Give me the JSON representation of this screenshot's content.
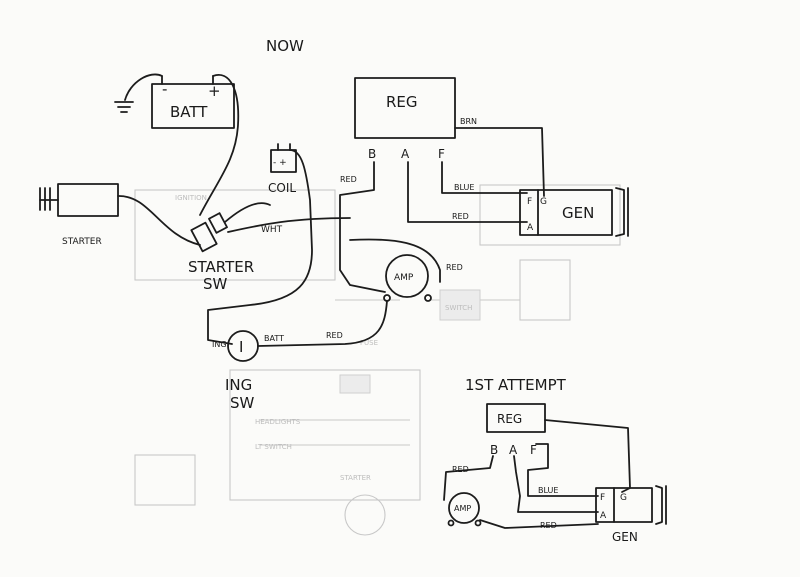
{
  "title": "NOW",
  "components": {
    "batt": "BATT",
    "batt_minus": "-",
    "batt_plus": "+",
    "reg": "REG",
    "coil": "COIL",
    "coil_terminals": "- +",
    "starter": "STARTER",
    "starter_sw_line1": "STARTER",
    "starter_sw_line2": "SW",
    "gen": "GEN",
    "amp": "AMP",
    "ign_sw_line1": "ING",
    "ign_sw_line2": "SW",
    "ign_sw_mark": "I",
    "ign_term": "ING",
    "batt_term": "BATT"
  },
  "reg_terminals": {
    "b": "B",
    "a": "A",
    "f": "F"
  },
  "gen_terminals": {
    "f": "F",
    "g": "G",
    "a": "A"
  },
  "wire_labels": {
    "brn": "BRN",
    "blue": "BLUE",
    "red_reg": "RED",
    "red_gen": "RED",
    "red_amp": "RED",
    "red_ign": "RED",
    "wht": "WHT"
  },
  "first_attempt": {
    "title": "1ST ATTEMPT",
    "reg": "REG",
    "b": "B",
    "a": "A",
    "f": "F",
    "amp": "AMP",
    "gen": "GEN",
    "gen_f": "F",
    "gen_g": "G",
    "gen_a": "A",
    "red_top": "RED",
    "blue": "BLUE",
    "red_bottom": "RED"
  }
}
